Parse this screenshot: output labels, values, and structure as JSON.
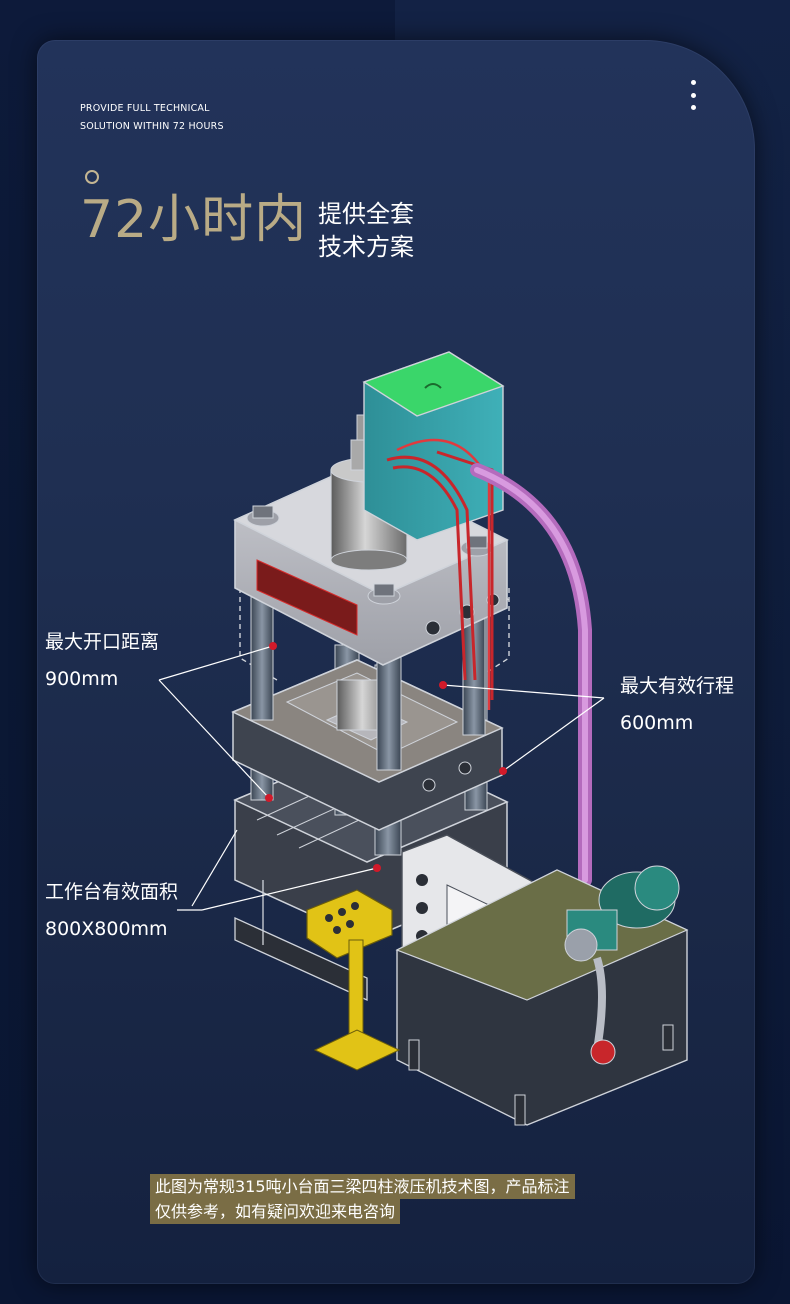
{
  "header": {
    "eyebrow_line1": "PROVIDE FULL TECHNICAL",
    "eyebrow_line2": "SOLUTION WITHIN 72 HOURS",
    "headline": "72小时内",
    "sub_line1": "提供全套",
    "sub_line2": "技术方案"
  },
  "annotations": {
    "max_opening": {
      "label": "最大开口距离",
      "value": "900mm"
    },
    "max_stroke": {
      "label": "最大有效行程",
      "value": "600mm"
    },
    "table_area": {
      "label": "工作台有效面积",
      "value": "800X800mm"
    }
  },
  "footnote": {
    "line1": "此图为常规315吨小台面三梁四柱液压机技术图，产品标注",
    "line2": "仅供参考，如有疑问欢迎来电咨询"
  },
  "colors": {
    "gold": "#b9ab86",
    "card": "#1f2f52",
    "background": "#0b1834",
    "marker": "#d11a2a",
    "note_bg": "#7a6d45"
  }
}
